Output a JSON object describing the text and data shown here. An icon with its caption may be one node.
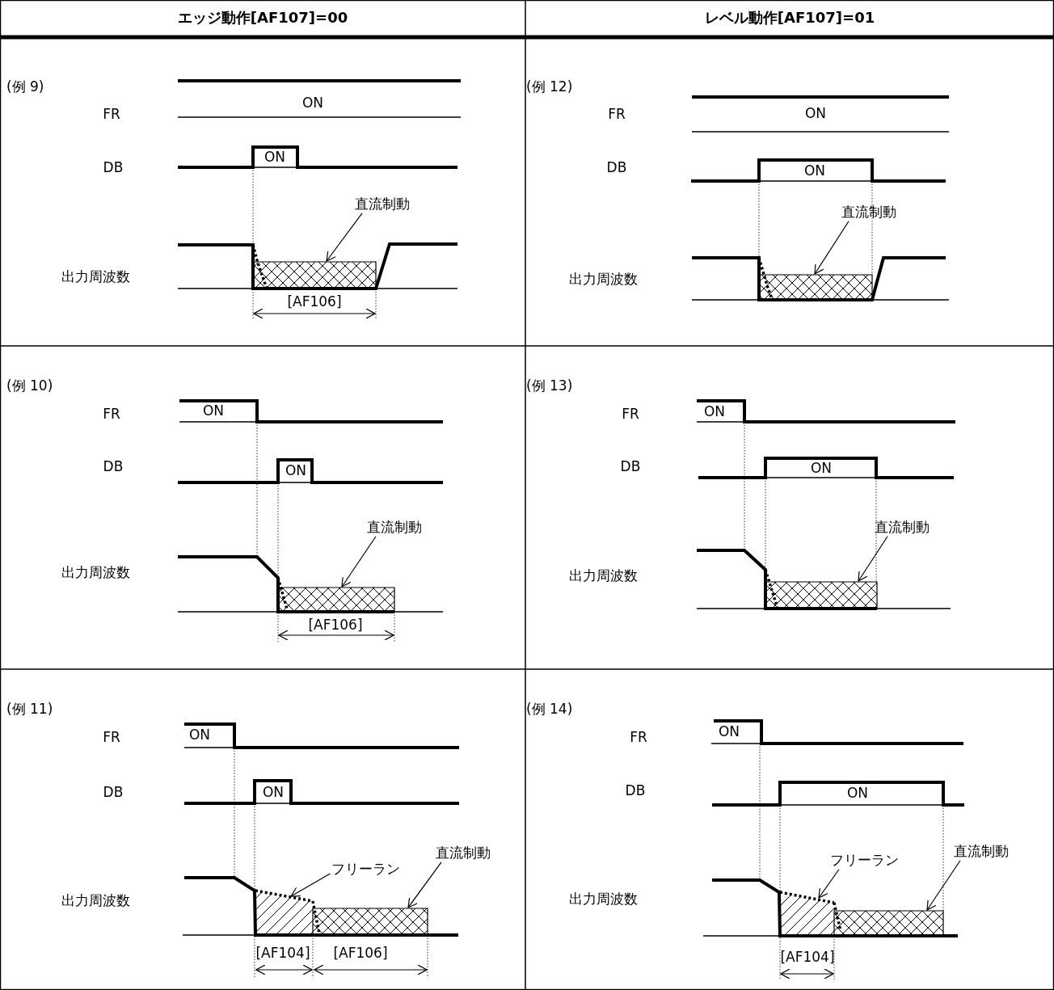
{
  "diagram": {
    "nodes": [
      {
        "text": [
          "直流制動"
        ]
      },
      {
        "text": [
          "直流制動"
        ]
      },
      {
        "text": [
          "直流制動"
        ]
      },
      {
        "text": [
          "直流制動"
        ]
      },
      {
        "text": [
          "フリーラン"
        ]
      },
      {
        "text": [
          "直流制動"
        ]
      },
      {
        "text": [
          "フリーラン"
        ]
      },
      {
        "text": [
          "直流制動"
        ]
      },
      {
        "text": [],
        "shape": "box"
      },
      {
        "text": [],
        "shape": "box"
      },
      {
        "text": [],
        "shape": "box"
      },
      {
        "text": [],
        "shape": "box"
      },
      {
        "text": [],
        "shape": "box"
      },
      {
        "text": [],
        "shape": "box"
      },
      {
        "text": [],
        "shape": "box"
      },
      {
        "text": [],
        "shape": "box"
      }
    ],
    "edges": [
      {
        "from": 0,
        "to": 8,
        "arrow": "to"
      },
      {
        "from": 1,
        "to": 9,
        "arrow": "to"
      },
      {
        "from": 2,
        "to": 10,
        "arrow": "to"
      },
      {
        "from": 3,
        "to": 11,
        "arrow": "to"
      },
      {
        "from": 4,
        "to": 14,
        "arrow": "to"
      },
      {
        "from": 5,
        "to": 12,
        "arrow": "to"
      },
      {
        "from": 6,
        "to": 15,
        "arrow": "to"
      },
      {
        "from": 7,
        "to": 13,
        "arrow": "to"
      }
    ],
    "labels": [
      "エッジ動作[AF107]=00",
      "レベル動作[AF107]=01",
      "(例 9)",
      "ON",
      "FR",
      "ON",
      "DB",
      "出力周波数",
      "[AF106]",
      "(例 12)",
      "FR",
      "ON",
      "DB",
      "ON",
      "出力周波数",
      "(例 10)",
      "FR",
      "ON",
      "DB",
      "ON",
      "出力周波数",
      "[AF106]",
      "(例 13)",
      "FR",
      "ON",
      "DB",
      "ON",
      "出力周波数",
      "(例 11)",
      "FR",
      "ON",
      "DB",
      "ON",
      "出力周波数",
      "[AF104]",
      "[AF106]",
      "(例 14)",
      "FR",
      "ON",
      "DB",
      "ON",
      "出力周波数",
      "[AF104]"
    ]
  }
}
